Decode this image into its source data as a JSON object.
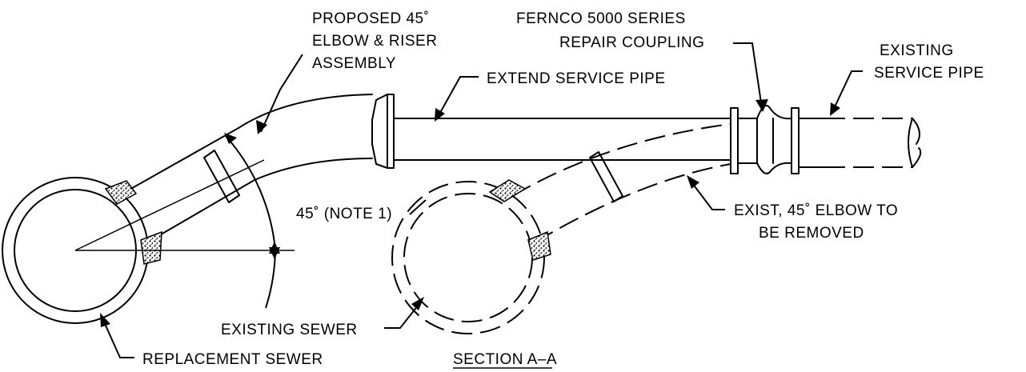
{
  "labels": {
    "proposed_elbow": [
      "PROPOSED 45˚",
      "ELBOW & RISER",
      "ASSEMBLY"
    ],
    "fernco": [
      "FERNCO 5000 SERIES",
      "REPAIR COUPLING"
    ],
    "existing_service": [
      "EXISTING",
      "SERVICE PIPE"
    ],
    "extend_service": "EXTEND SERVICE PIPE",
    "angle": "45˚ (NOTE 1)",
    "exist_elbow": [
      "EXIST, 45˚ ELBOW TO",
      "BE REMOVED"
    ],
    "existing_sewer": "EXISTING SEWER",
    "replacement_sewer": "REPLACEMENT SEWER",
    "section": "SECTION A–A"
  },
  "colors": {
    "line": "#000000",
    "background": "#ffffff"
  }
}
